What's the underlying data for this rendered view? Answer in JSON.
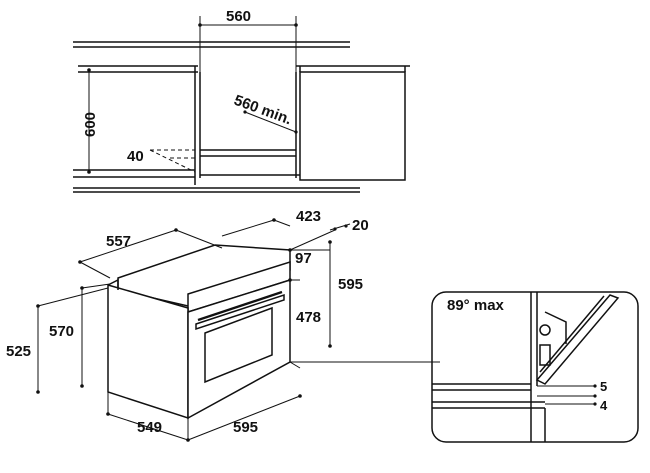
{
  "cabinet_dims": {
    "width": "560",
    "height": "600",
    "depth_min": "560 min.",
    "vent": "40"
  },
  "oven_dims": {
    "depth_total": "557",
    "depth_body": "423",
    "door_thickness": "20",
    "panel_top": "97",
    "height_total": "595",
    "height_inner": "478",
    "body_height": "570",
    "overall_height": "525",
    "body_depth": "549",
    "width": "595"
  },
  "door_detail": {
    "angle": "89° max",
    "gap_top": "5",
    "gap_bottom": "4"
  }
}
